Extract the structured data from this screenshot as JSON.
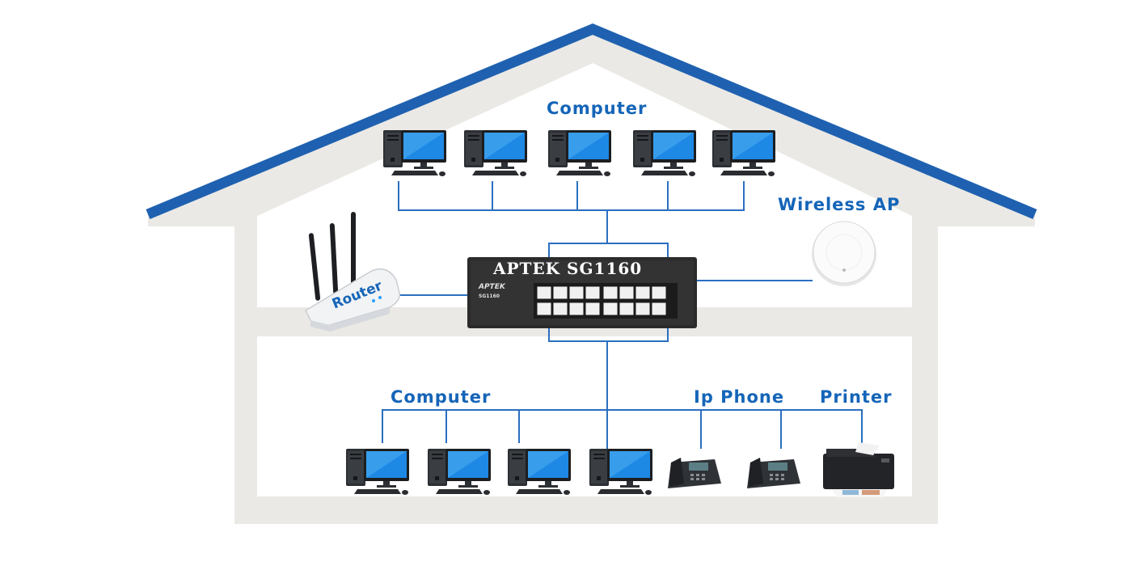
{
  "labels": {
    "computer_top": "Computer",
    "wireless_ap": "Wireless AP",
    "router": "Router",
    "switch_title": "APTEK SG1160",
    "computer_bottom": "Computer",
    "ip_phone": "Ip Phone",
    "printer": "Printer"
  },
  "switch_face": {
    "brand": "APTEK",
    "model": "SG1160"
  },
  "colors": {
    "roof": "#1f61b0",
    "house_wall": "#ebe9e5",
    "line": "#2a6fc0",
    "label": "#1565b8",
    "switch_body": "#2b2b2b"
  },
  "icons": [
    "computer-icon",
    "router-icon",
    "switch-icon",
    "wireless-ap-icon",
    "ip-phone-icon",
    "printer-icon"
  ]
}
